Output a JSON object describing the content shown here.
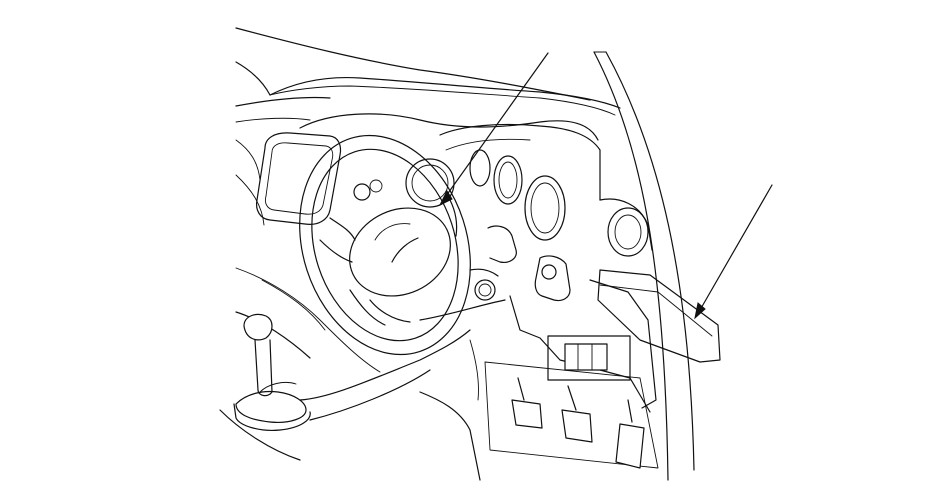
{
  "figure": {
    "kind": "line-art",
    "subject": "vehicle-interior-dashboard",
    "colors": {
      "background": "#ffffff",
      "line": "#111111"
    },
    "callouts": [
      {
        "id": "leader-1",
        "points_to": "instrument-cluster-area"
      },
      {
        "id": "leader-2",
        "points_to": "lower-dash-panel-area"
      }
    ]
  }
}
